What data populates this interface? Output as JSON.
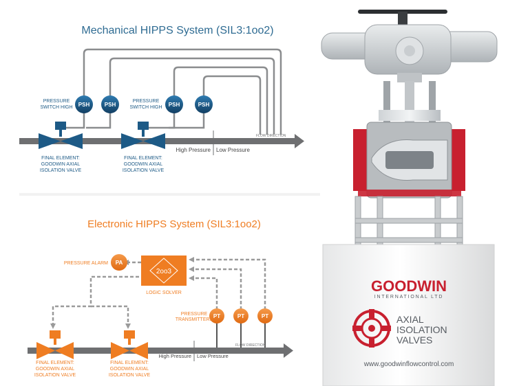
{
  "colors": {
    "mech_blue": "#1d5a86",
    "mech_title": "#2e6b92",
    "elec_orange": "#ef7d22",
    "pipe_gray": "#6e6f71",
    "line_gray": "#8a8c8e",
    "dash_gray": "#9a9a9a",
    "goodwin_red": "#c8202f",
    "goodwin_gray": "#555a60"
  },
  "mechanical": {
    "title": "Mechanical HIPPS System (SIL3:1oo2)",
    "switch_label_1": "PRESSURE",
    "switch_label_2": "SWITCH HIGH",
    "psh": "PSH",
    "flow_direction": "FLOW DIRECTION",
    "high_pressure": "High Pressure",
    "low_pressure": "Low Pressure",
    "final_element_1": "FINAL ELEMENT:",
    "final_element_2": "GOODWIN AXIAL",
    "final_element_3": "ISOLATION VALVE"
  },
  "electronic": {
    "title": "Electronic HIPPS System (SIL3:1oo2)",
    "pressure_alarm": "PRESSURE ALARM",
    "pa": "PA",
    "logic_code": "2oo3",
    "logic_solver": "LOGIC SOLVER",
    "transmitters_1": "PRESSURE",
    "transmitters_2": "TRANSMITTERS",
    "pt": "PT",
    "flow_direction": "FLOW DIRECTION",
    "high_pressure": "High Pressure",
    "low_pressure": "Low Pressure",
    "final_element_1": "FINAL ELEMENT:",
    "final_element_2": "GOODWIN AXIAL",
    "final_element_3": "ISOLATION VALVE"
  },
  "product": {
    "brand": "GOODWIN",
    "brand_sub": "INTERNATIONAL LTD",
    "axial_1": "AXIAL",
    "axial_2": "ISOLATION",
    "axial_3": "VALVES",
    "website": "www.goodwinflowcontrol.com"
  }
}
